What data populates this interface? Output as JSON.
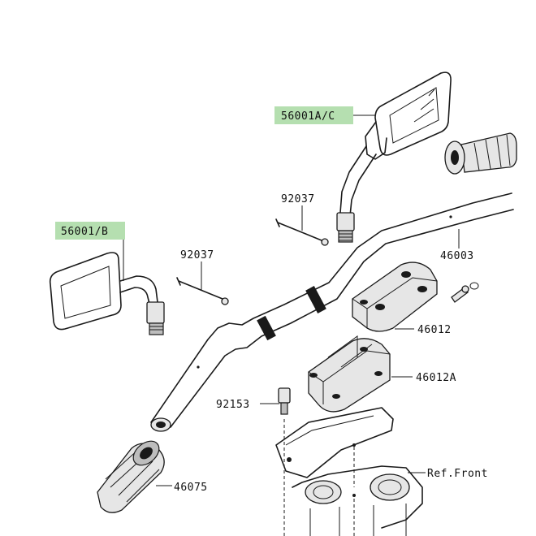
{
  "diagram": {
    "highlight_color": "#b5dfb0",
    "callouts": [
      {
        "id": "mirror_right",
        "text": "56001A/C",
        "highlighted": true
      },
      {
        "id": "mirror_left",
        "text": "56001/B",
        "highlighted": true
      },
      {
        "id": "rod_right",
        "text": "92037",
        "highlighted": false
      },
      {
        "id": "rod_left",
        "text": "92037",
        "highlighted": false
      },
      {
        "id": "handlebar",
        "text": "46003",
        "highlighted": false
      },
      {
        "id": "upper_holder",
        "text": "46012",
        "highlighted": false
      },
      {
        "id": "lower_holder",
        "text": "46012A",
        "highlighted": false
      },
      {
        "id": "bolt",
        "text": "92153",
        "highlighted": false
      },
      {
        "id": "grip",
        "text": "46075",
        "highlighted": false
      },
      {
        "id": "ref_front",
        "text": "Ref.Front",
        "highlighted": false
      }
    ]
  }
}
